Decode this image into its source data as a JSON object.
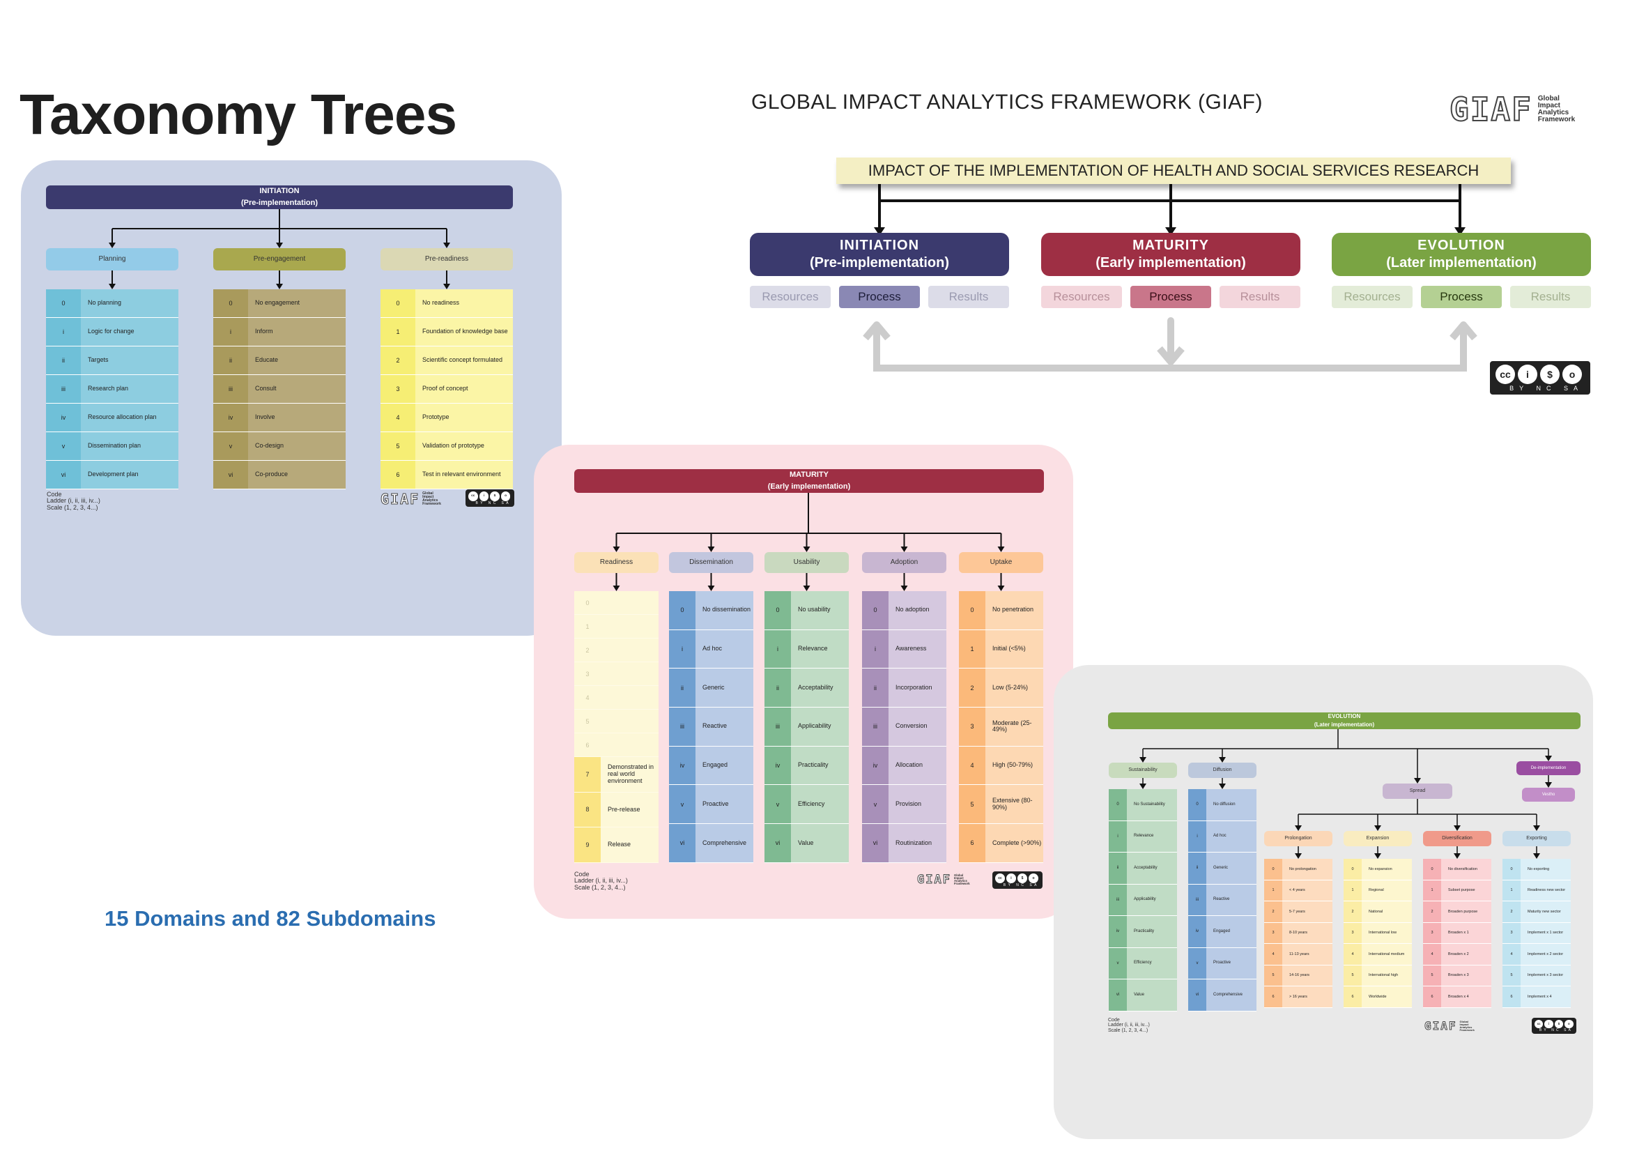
{
  "page": {
    "title": "Taxonomy Trees",
    "framework_title": "GLOBAL IMPACT ANALYTICS FRAMEWORK (GIAF)",
    "domains_summary": "15 Domains and 82 Subdomains"
  },
  "logo": {
    "mark": "GIAF",
    "words": [
      "Global",
      "Impact",
      "Analytics",
      "Framework"
    ]
  },
  "overview": {
    "banner": "IMPACT OF THE IMPLEMENTATION OF HEALTH AND SOCIAL SERVICES RESEARCH",
    "phases": [
      {
        "line1": "INITIATION",
        "line2": "(Pre-implementation)",
        "color": "#3b3a6e",
        "pills": [
          "Resources",
          "Process",
          "Results"
        ]
      },
      {
        "line1": "MATURITY",
        "line2": "(Early implementation)",
        "color": "#9e2f44",
        "pills": [
          "Resources",
          "Process",
          "Results"
        ]
      },
      {
        "line1": "EVOLUTION",
        "line2": "(Later implementation)",
        "color": "#7aa443",
        "pills": [
          "Resources",
          "Process",
          "Results"
        ]
      }
    ]
  },
  "license": {
    "icons": [
      "cc",
      "i",
      "$",
      "o"
    ],
    "labels": [
      "BY",
      "NC",
      "SA"
    ]
  },
  "initiation_tree": {
    "header_line1": "INITIATION",
    "header_line2": "(Pre-implementation)",
    "categories": [
      {
        "label": "Planning",
        "rows": [
          {
            "code": "0",
            "label": "No planning"
          },
          {
            "code": "i",
            "label": "Logic for change"
          },
          {
            "code": "ii",
            "label": "Targets"
          },
          {
            "code": "iii",
            "label": "Research plan"
          },
          {
            "code": "iv",
            "label": "Resource allocation plan"
          },
          {
            "code": "v",
            "label": "Dissemination plan"
          },
          {
            "code": "vi",
            "label": "Development plan"
          }
        ]
      },
      {
        "label": "Pre-engagement",
        "rows": [
          {
            "code": "0",
            "label": "No engagement"
          },
          {
            "code": "i",
            "label": "Inform"
          },
          {
            "code": "ii",
            "label": "Educate"
          },
          {
            "code": "iii",
            "label": "Consult"
          },
          {
            "code": "iv",
            "label": "Involve"
          },
          {
            "code": "v",
            "label": "Co-design"
          },
          {
            "code": "vi",
            "label": "Co-produce"
          }
        ]
      },
      {
        "label": "Pre-readiness",
        "rows": [
          {
            "code": "0",
            "label": "No readiness"
          },
          {
            "code": "1",
            "label": "Foundation of knowledge base"
          },
          {
            "code": "2",
            "label": "Scientific concept formulated"
          },
          {
            "code": "3",
            "label": "Proof of concept"
          },
          {
            "code": "4",
            "label": "Prototype"
          },
          {
            "code": "5",
            "label": "Validation of prototype"
          },
          {
            "code": "6",
            "label": "Test in relevant environment"
          }
        ]
      }
    ],
    "legend": [
      "Code",
      "Ladder (i, ii, iii, iv...)",
      "Scale (1, 2, 3, 4...)"
    ]
  },
  "maturity_tree": {
    "header_line1": "MATURITY",
    "header_line2": "(Early implementation)",
    "categories": [
      {
        "label": "Readiness",
        "rows": [
          {
            "code": "0",
            "label": ""
          },
          {
            "code": "1",
            "label": ""
          },
          {
            "code": "2",
            "label": ""
          },
          {
            "code": "3",
            "label": ""
          },
          {
            "code": "4",
            "label": ""
          },
          {
            "code": "5",
            "label": ""
          },
          {
            "code": "6",
            "label": ""
          },
          {
            "code": "7",
            "label": "Demonstrated in real world environment"
          },
          {
            "code": "8",
            "label": "Pre-release"
          },
          {
            "code": "9",
            "label": "Release"
          }
        ]
      },
      {
        "label": "Dissemination",
        "rows": [
          {
            "code": "0",
            "label": "No dissemination"
          },
          {
            "code": "i",
            "label": "Ad hoc"
          },
          {
            "code": "ii",
            "label": "Generic"
          },
          {
            "code": "iii",
            "label": "Reactive"
          },
          {
            "code": "iv",
            "label": "Engaged"
          },
          {
            "code": "v",
            "label": "Proactive"
          },
          {
            "code": "vi",
            "label": "Comprehensive"
          }
        ]
      },
      {
        "label": "Usability",
        "rows": [
          {
            "code": "0",
            "label": "No usability"
          },
          {
            "code": "i",
            "label": "Relevance"
          },
          {
            "code": "ii",
            "label": "Acceptability"
          },
          {
            "code": "iii",
            "label": "Applicability"
          },
          {
            "code": "iv",
            "label": "Practicality"
          },
          {
            "code": "v",
            "label": "Efficiency"
          },
          {
            "code": "vi",
            "label": "Value"
          }
        ]
      },
      {
        "label": "Adoption",
        "rows": [
          {
            "code": "0",
            "label": "No adoption"
          },
          {
            "code": "i",
            "label": "Awareness"
          },
          {
            "code": "ii",
            "label": "Incorporation"
          },
          {
            "code": "iii",
            "label": "Conversion"
          },
          {
            "code": "iv",
            "label": "Allocation"
          },
          {
            "code": "v",
            "label": "Provision"
          },
          {
            "code": "vi",
            "label": "Routinization"
          }
        ]
      },
      {
        "label": "Uptake",
        "rows": [
          {
            "code": "0",
            "label": "No penetration"
          },
          {
            "code": "1",
            "label": "Initial (<5%)"
          },
          {
            "code": "2",
            "label": "Low (5-24%)"
          },
          {
            "code": "3",
            "label": "Moderate (25-49%)"
          },
          {
            "code": "4",
            "label": "High (50-79%)"
          },
          {
            "code": "5",
            "label": "Extensive (80-90%)"
          },
          {
            "code": "6",
            "label": "Complete (>90%)"
          }
        ]
      }
    ],
    "legend": [
      "Code",
      "Ladder (i, ii, iii, iv...)",
      "Scale (1, 2, 3, 4...)"
    ]
  },
  "evolution_tree": {
    "header_line1": "EVOLUTION",
    "header_line2": "(Later implementation)",
    "branch_spread": "Spread",
    "branch_deimplementation": "De-implementation",
    "deimpl_leaf": "Vestho",
    "categories": [
      {
        "label": "Sustainability",
        "rows": [
          {
            "code": "0",
            "label": "No Sustainability"
          },
          {
            "code": "i",
            "label": "Relevance"
          },
          {
            "code": "ii",
            "label": "Acceptability"
          },
          {
            "code": "iii",
            "label": "Applicability"
          },
          {
            "code": "iv",
            "label": "Practicality"
          },
          {
            "code": "v",
            "label": "Efficiency"
          },
          {
            "code": "vi",
            "label": "Value"
          }
        ]
      },
      {
        "label": "Diffusion",
        "rows": [
          {
            "code": "0",
            "label": "No diffusion"
          },
          {
            "code": "i",
            "label": "Ad hoc"
          },
          {
            "code": "ii",
            "label": "Generic"
          },
          {
            "code": "iii",
            "label": "Reactive"
          },
          {
            "code": "iv",
            "label": "Engaged"
          },
          {
            "code": "v",
            "label": "Proactive"
          },
          {
            "code": "vi",
            "label": "Comprehensive"
          }
        ]
      },
      {
        "label": "Prolongation",
        "rows": [
          {
            "code": "0",
            "label": "No prolongation"
          },
          {
            "code": "1",
            "label": "< 4 years"
          },
          {
            "code": "2",
            "label": "5-7 years"
          },
          {
            "code": "3",
            "label": "8-10 years"
          },
          {
            "code": "4",
            "label": "11-13 years"
          },
          {
            "code": "5",
            "label": "14-16 years"
          },
          {
            "code": "6",
            "label": "> 16 years"
          }
        ]
      },
      {
        "label": "Expansion",
        "rows": [
          {
            "code": "0",
            "label": "No expansion"
          },
          {
            "code": "1",
            "label": "Regional"
          },
          {
            "code": "2",
            "label": "National"
          },
          {
            "code": "3",
            "label": "International low"
          },
          {
            "code": "4",
            "label": "International medium"
          },
          {
            "code": "5",
            "label": "International high"
          },
          {
            "code": "6",
            "label": "Worldwide"
          }
        ]
      },
      {
        "label": "Diversification",
        "rows": [
          {
            "code": "0",
            "label": "No diversification"
          },
          {
            "code": "1",
            "label": "Subset purpose"
          },
          {
            "code": "2",
            "label": "Broaden purpose"
          },
          {
            "code": "3",
            "label": "Broaden x 1"
          },
          {
            "code": "4",
            "label": "Broaden x 2"
          },
          {
            "code": "5",
            "label": "Broaden x 3"
          },
          {
            "code": "6",
            "label": "Broaden x 4"
          }
        ]
      },
      {
        "label": "Exporting",
        "rows": [
          {
            "code": "0",
            "label": "No exporting"
          },
          {
            "code": "1",
            "label": "Readiness new sector"
          },
          {
            "code": "2",
            "label": "Maturity new sector"
          },
          {
            "code": "3",
            "label": "Implement x 1 sector"
          },
          {
            "code": "4",
            "label": "Implement x 2 sector"
          },
          {
            "code": "5",
            "label": "Implement x 3 sector"
          },
          {
            "code": "6",
            "label": "Implement x 4"
          }
        ]
      }
    ],
    "legend": [
      "Code",
      "Ladder (i, ii, iii, iv...)",
      "Scale (1, 2, 3, 4...)"
    ]
  },
  "colors": {
    "initiation": "#3b3a6e",
    "maturity": "#9e2f44",
    "evolution": "#7aa443",
    "initiation_panel": "#cbd3e6",
    "maturity_panel": "#fbe0e4",
    "evolution_panel": "#e9e9e9"
  }
}
